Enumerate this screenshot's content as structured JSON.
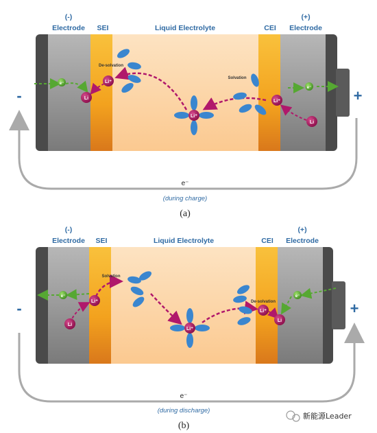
{
  "panel_a": {
    "label_neg_top": "(-)",
    "label_neg": "Electrode",
    "label_sei": "SEI",
    "label_liquid": "Liquid Electrolyte",
    "label_cei": "CEI",
    "label_pos_top": "(+)",
    "label_pos": "Electrode",
    "desolvation": "De-solvation",
    "solvation": "Solvation",
    "sign_minus": "-",
    "sign_plus": "+",
    "electron": "e⁻",
    "during": "(during charge)",
    "caption": "(a)",
    "li_ion": "Li⁺",
    "li": "Li",
    "e_small": "e⁻"
  },
  "panel_b": {
    "label_neg_top": "(-)",
    "label_neg": "Electrode",
    "label_sei": "SEI",
    "label_liquid": "Liquid Electrolyte",
    "label_cei": "CEI",
    "label_pos_top": "(+)",
    "label_pos": "Electrode",
    "desolvation": "De-solvation",
    "solvation": "Solvation",
    "sign_minus": "-",
    "sign_plus": "+",
    "electron": "e⁻",
    "during": "(during discharge)",
    "caption": "(b)",
    "li_ion": "Li⁺",
    "li": "Li",
    "e_small": "e⁻"
  },
  "watermark": "新能源Leader",
  "colors": {
    "electrode_gray": "#9b9b9b",
    "dark_gray": "#555555",
    "sei_yellow": "#f7b51e",
    "liquid": "#fcd6a9",
    "li_ion": "#a0135a",
    "arrow_magenta": "#b0186b",
    "electron_green": "#56a832",
    "solvent_blue": "#3a86cf",
    "label_blue": "#2f6aa3"
  }
}
